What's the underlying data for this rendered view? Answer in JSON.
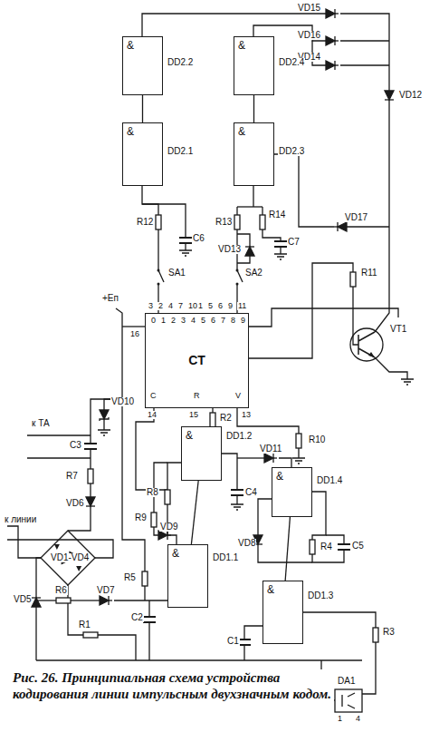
{
  "diagram": {
    "caption": "Рис. 26. Принципиальная схема устройства кодирования линии импульсным двухзначным кодом.",
    "nodes": [
      {
        "text": [
          "&"
        ]
      },
      {
        "text": [
          "&"
        ]
      },
      {
        "text": [
          "&"
        ]
      },
      {
        "text": [
          "&"
        ]
      },
      {
        "text": [
          "CT"
        ]
      },
      {
        "text": [
          "&"
        ]
      },
      {
        "text": [
          "&"
        ]
      },
      {
        "text": [
          "&"
        ]
      },
      {
        "text": [
          "&"
        ]
      }
    ],
    "edges": [
      {
        "from": 2,
        "to": 0,
        "arrow": "none"
      },
      {
        "from": 3,
        "to": 1,
        "arrow": "none"
      },
      {
        "from": 7,
        "to": 5,
        "arrow": "none"
      },
      {
        "from": 8,
        "to": 6,
        "arrow": "none"
      }
    ],
    "labels": [
      "VD15",
      "VD16",
      "VD14",
      "VD12",
      "VD17",
      "R12",
      "C6",
      "R13",
      "R14",
      "C7",
      "VD13",
      "SA1",
      "SA2",
      "R11",
      "VT1",
      "+Eп",
      "0",
      "1",
      "2",
      "3",
      "4",
      "5",
      "6",
      "7",
      "8",
      "9",
      "3",
      "2",
      "4",
      "7",
      "10",
      "1",
      "5",
      "6",
      "9",
      "11",
      "C",
      "R",
      "V",
      "14",
      "15",
      "13",
      "16",
      "R10",
      "VD10",
      "C3",
      "R7",
      "VD6",
      "к ТА",
      "к линии",
      "VD1-VD4",
      "VD5",
      "R6",
      "VD7",
      "R5",
      "C2",
      "R1",
      "R8",
      "R9",
      "VD9",
      "C4",
      "R2",
      "VD11",
      "VD8",
      "R4",
      "C5",
      "C1",
      "R3",
      "DA1",
      "1",
      "4",
      "DD2.2",
      "DD2.4",
      "DD2.1",
      "DD2.3",
      "DD1.2",
      "DD1.4",
      "DD1.1",
      "DD1.3"
    ]
  }
}
